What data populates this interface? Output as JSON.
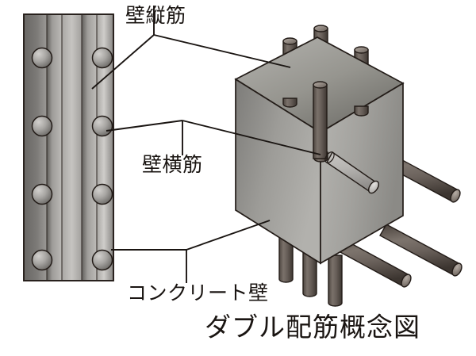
{
  "figure": {
    "title": "ダブル配筋概念図",
    "title_reading": "Double Reinforcement Conceptual Diagram",
    "background_color": "#ffffff",
    "line_color": "#1a1512",
    "text_color": "#1a1512"
  },
  "labels": {
    "vertical_rebar": "壁縦筋",
    "horizontal_rebar": "壁横筋",
    "concrete_wall": "コンクリート壁"
  },
  "palette": {
    "rebar_dark": "#4a423d",
    "rebar_mid": "#6d645d",
    "rebar_light": "#a49b93",
    "rebar_cap": "#8d847c",
    "wall_band_dark": "#6d6b68",
    "wall_band_mid": "#8f8d8a",
    "wall_band_light": "#c3c1be",
    "block_top": "#9a9995",
    "block_left": "#8c8b88",
    "block_right": "#a3a29e",
    "outline": "#231c18"
  },
  "wall_section": {
    "name": "cross-section-wall-panel",
    "band_count": 5,
    "rebar_rows": 4,
    "rebar_columns": 2,
    "rebar_circle_count": 8
  },
  "block": {
    "name": "isometric-concrete-block",
    "top_rebar_count": 4,
    "bottom_rebar_count": 3,
    "right_face_rebar_count": 3,
    "front_face_rebar_count": 1
  }
}
